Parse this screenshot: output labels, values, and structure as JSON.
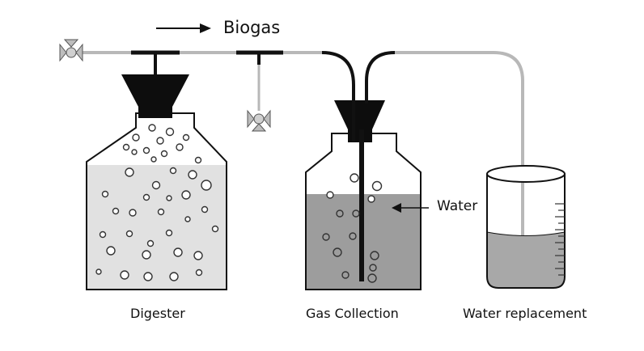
{
  "labels": {
    "biogas": "Biogas",
    "water": "Water",
    "digester": "Digester",
    "gas_collection": "Gas Collection",
    "water_replacement": "Water replacement"
  },
  "colors": {
    "outline": "#111111",
    "pipe_gray": "#b8b8b8",
    "digester_fill": "#e1e1e1",
    "water_fill": "#9d9d9d",
    "replacement_water": "#a8a8a8",
    "stopper": "#0d0d0d"
  },
  "icons": [
    "valve-icon",
    "arrow-right-icon",
    "arrow-left-icon"
  ]
}
